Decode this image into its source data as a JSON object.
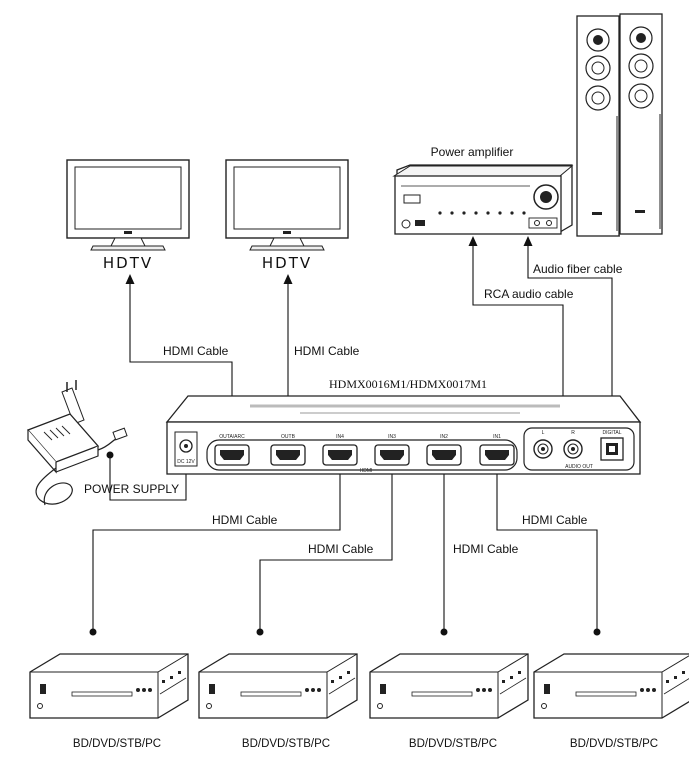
{
  "labels": {
    "power_amplifier": "Power amplifier",
    "hdtv": "HDTV",
    "model": "HDMX0016M1/HDMX0017M1",
    "hdmi_cable": "HDMI Cable",
    "rca_audio_cable": "RCA audio cable",
    "audio_fiber_cable": "Audio fiber cable",
    "power_supply": "POWER SUPPLY",
    "source_device": "BD/DVD/STB/PC"
  },
  "matrix_ports": {
    "out_a": "OUTA/ARC",
    "out_b": "OUTB",
    "in4": "IN4",
    "in3": "IN3",
    "in2": "IN2",
    "in1": "IN1",
    "hdmi": "HDMI",
    "audio_out": "AUDIO OUT",
    "left": "L",
    "right": "R",
    "digital": "DIGITAL",
    "dc": "DC 12V"
  }
}
